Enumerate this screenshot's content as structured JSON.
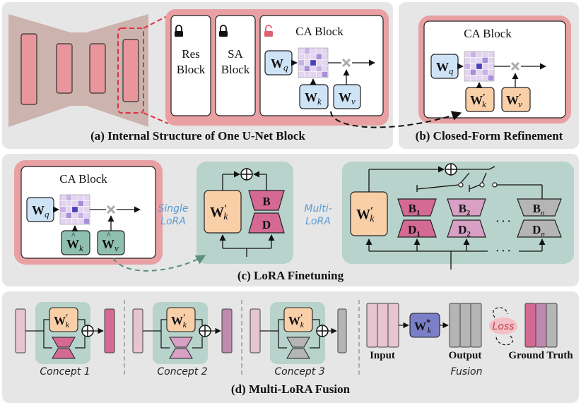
{
  "captions": {
    "a": "(a) Internal Structure of One U-Net Block",
    "b": "(b) Closed-Form Refinement",
    "c": "(c) LoRA Finetuning",
    "d": "(d) Multi-LoRA Fusion"
  },
  "blocks": {
    "res_line1": "Res",
    "res_line2": "Block",
    "sa_line1": "SA",
    "sa_line2": "Block",
    "ca": "CA Block"
  },
  "weights": {
    "w": "W",
    "q": "q",
    "k": "k",
    "v": "v",
    "prime": "′",
    "star": "*",
    "b": "B",
    "d": "D",
    "sub1": "1",
    "sub2": "2",
    "subn": "n",
    "ellipsis": "· · ·"
  },
  "labels": {
    "single_lora_1": "Single",
    "single_lora_2": "LoRA",
    "multi_lora_1": "Multi-",
    "multi_lora_2": "LoRA",
    "concept1": "Concept 1",
    "concept2": "Concept 2",
    "concept3": "Concept 3",
    "input": "Input",
    "output": "Output",
    "ground_truth": "Ground Truth",
    "fusion": "Fusion",
    "loss": "Loss"
  },
  "colors": {
    "panel_bg": "#e6e6e6",
    "pink_frame": "#e8a0a3",
    "pink_block": "#e8969c",
    "blue_w": "#cfe3f7",
    "orange_w": "#f9cfa8",
    "teal_w": "#8fbfb0",
    "lora_green": "#b7d3cb",
    "lora_pink": "#d46a93",
    "lora_gray": "#b5b5b5",
    "wstar": "#7b7fc8"
  }
}
